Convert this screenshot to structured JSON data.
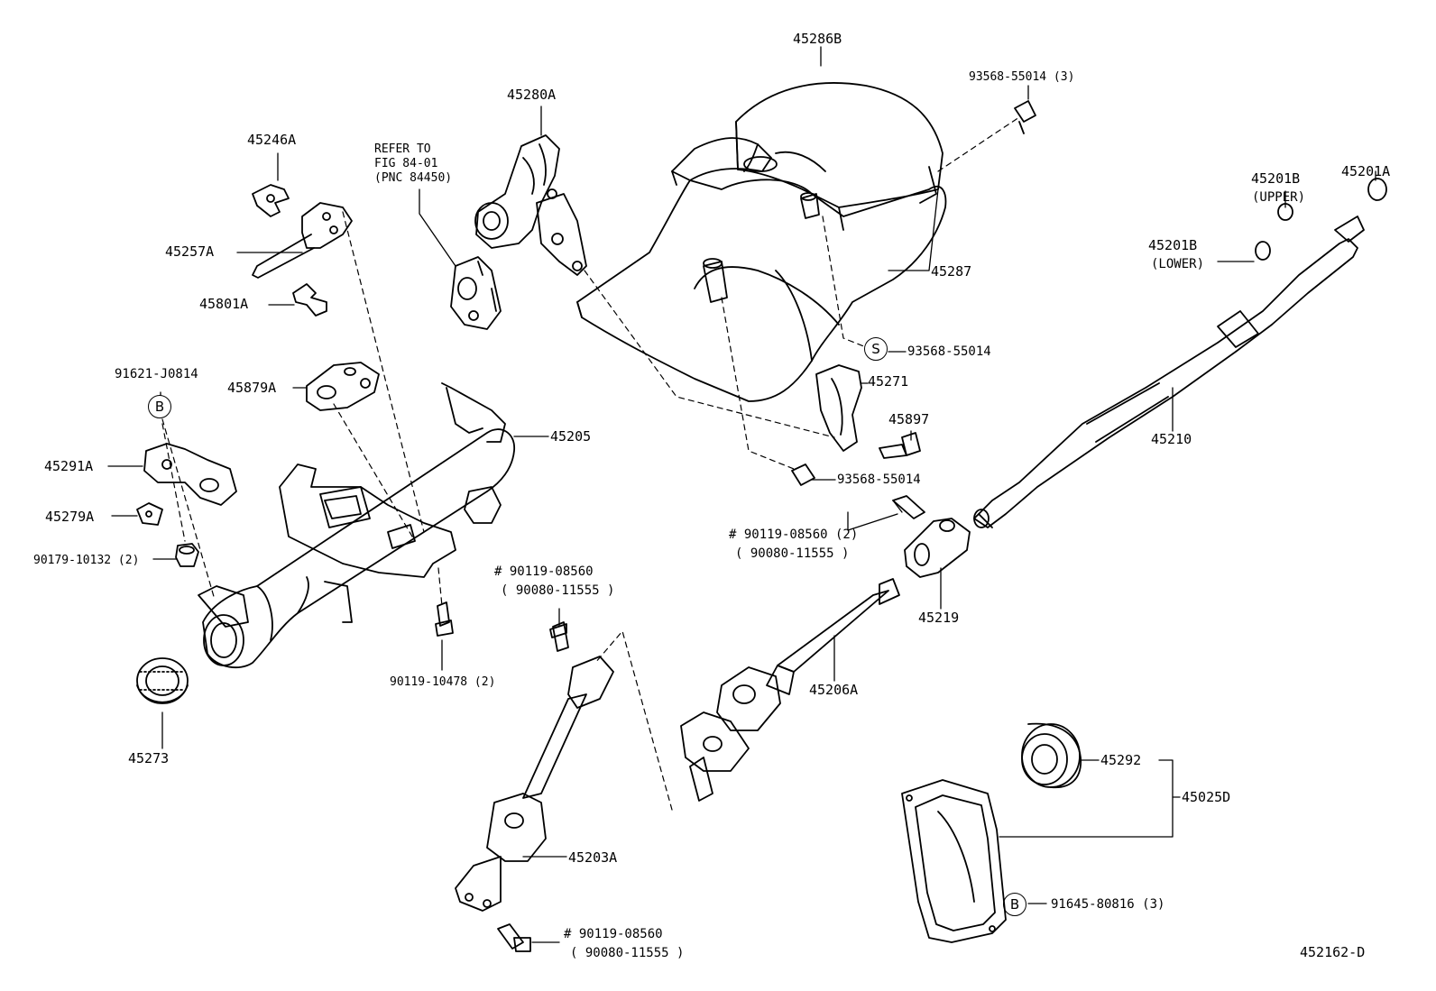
{
  "labels": {
    "p45286B": "45286B",
    "p93568_55014_3": "93568-55014 (3)",
    "p45280A": "45280A",
    "refer_line1": "REFER TO",
    "refer_line2": "FIG 84-01",
    "refer_line3": "(PNC 84450)",
    "p45246A": "45246A",
    "p45257A": "45257A",
    "p45801A": "45801A",
    "p45287": "45287",
    "p45201B_upper": "45201B",
    "upper_note": "(UPPER)",
    "p45201A": "45201A",
    "p45201B_lower": "45201B",
    "lower_note": "(LOWER)",
    "p91621_J0814": "91621-J0814",
    "p45879A": "45879A",
    "p93568_55014_s": "93568-55014",
    "p45271": "45271",
    "p45897": "45897",
    "p45210": "45210",
    "p45205": "45205",
    "p45291A": "45291A",
    "p93568_55014_b": "93568-55014",
    "p90119_08560_2": "# 90119-08560 (2)",
    "p90080_11555_a": "( 90080-11555 )",
    "p45279A": "45279A",
    "p90179_10132": "90179-10132 (2)",
    "p90119_08560_mid": "# 90119-08560",
    "p90080_11555_mid": "( 90080-11555 )",
    "p45219": "45219",
    "p90119_10478": "90119-10478 (2)",
    "p45206A": "45206A",
    "p45273": "45273",
    "p45292": "45292",
    "p45025D": "45025D",
    "p45203A": "45203A",
    "p91645_80816": "91645-80816 (3)",
    "p90119_08560_bot": "# 90119-08560",
    "p90080_11555_bot": "( 90080-11555 )",
    "figure_code": "452162-D"
  },
  "symbols": {
    "s_mark": "S",
    "b_mark_top": "B",
    "b_mark_bottom": "B"
  }
}
